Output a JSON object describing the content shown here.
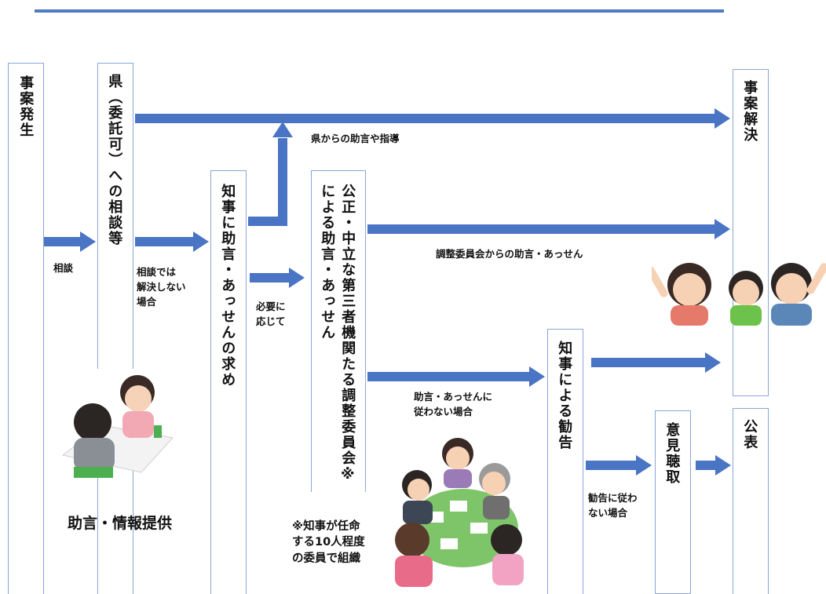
{
  "nodes": {
    "occurrence": "事案発生",
    "consult": "県（委託可）への相談等",
    "request": "知事に助言・あっせんの求め",
    "committee_a": "公正・中立な第三者機関たる調整委員会※",
    "committee_b": "による助言・あっせん",
    "recommend": "知事による勧告",
    "hearing": "意見聴取",
    "resolve": "事案解決",
    "publish": "公表"
  },
  "labels": {
    "consult": "相談",
    "not_resolved": "相談では\n解決しない\n場合",
    "as_needed": "必要に\n応じて",
    "pref_advice": "県からの助言や指導",
    "committee_advice": "調整委員会からの助言・あっせん",
    "not_follow": "助言・あっせんに\n従わない場合",
    "not_follow_rec": "勧告に従わ\nない場合"
  },
  "captions": {
    "advice_info": "助言・情報提供",
    "committee_note": "※知事が任命\nする10人程度\nの委員で組織"
  },
  "colors": {
    "arrow": "#4a74c4",
    "border": "#8aa6d8",
    "rule": "#4f7ac6"
  }
}
